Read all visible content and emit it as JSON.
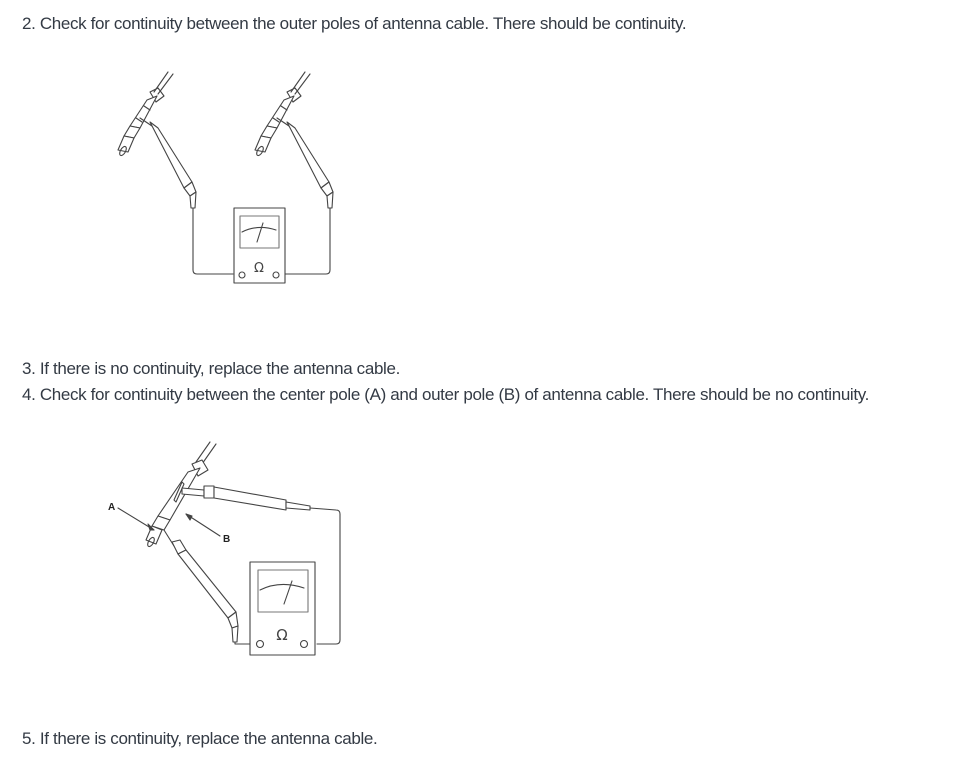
{
  "document": {
    "steps": [
      {
        "number": "2.",
        "text": "2. Check for continuity between the outer poles of antenna cable. There should be continuity."
      },
      {
        "number": "3.",
        "text": "3. If there is no continuity, replace the antenna cable."
      },
      {
        "number": "4.",
        "text": "4. Check for continuity between the center pole (A) and outer pole (B) of antenna cable. There should be no continuity."
      },
      {
        "number": "5.",
        "text": "5. If there is continuity, replace the antenna cable."
      }
    ],
    "figure1": {
      "description": "Ohmmeter probes touching outer poles of both antenna cable ends",
      "meter_symbol": "Ω"
    },
    "figure2": {
      "description": "Ohmmeter probes touching center pole (A) and outer pole (B) of antenna cable",
      "meter_symbol": "Ω",
      "callouts": {
        "a": "A",
        "b": "B"
      }
    }
  },
  "colors": {
    "text": "#333a44",
    "line": "#444444",
    "background": "#ffffff"
  }
}
